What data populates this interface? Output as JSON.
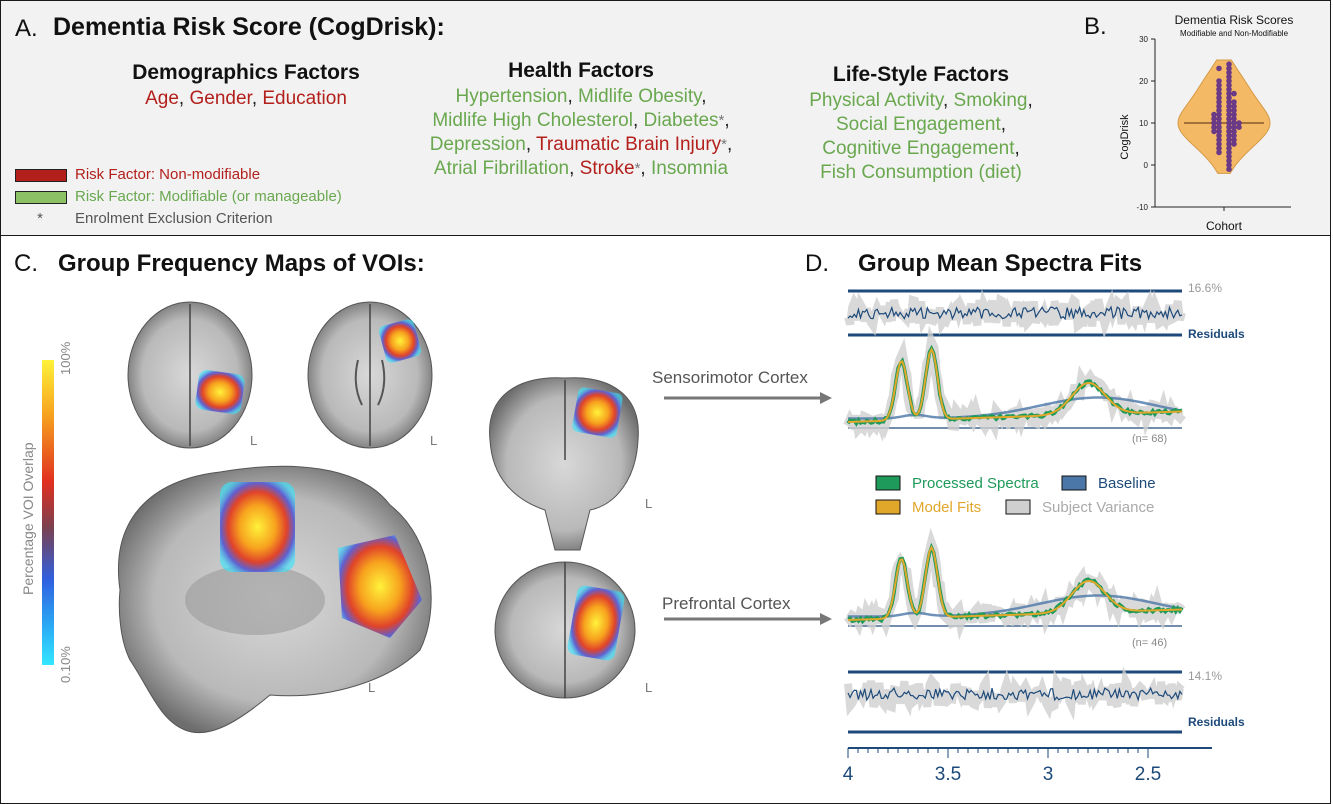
{
  "panel_a": {
    "letter": "A.",
    "title": "Dementia Risk Score (CogDrisk):",
    "demographics": {
      "title": "Demographics Factors",
      "items": [
        "Age",
        "Gender",
        "Education"
      ]
    },
    "health": {
      "title": "Health Factors",
      "line1": [
        "Hypertension",
        "Midlife Obesity"
      ],
      "line2": [
        "Midlife High Cholesterol",
        "Diabetes"
      ],
      "line3": [
        "Depression",
        "Traumatic Brain Injury"
      ],
      "line4": [
        "Atrial Fibrillation",
        "Stroke",
        "Insomnia"
      ]
    },
    "lifestyle": {
      "title": "Life-Style Factors",
      "line1": [
        "Physical Activity",
        "Smoking"
      ],
      "line2": "Social Engagement",
      "line3": "Cognitive Engagement",
      "line4": "Fish Consumption (diet)"
    },
    "comma": ",",
    "star": "*",
    "legend": {
      "non_modifiable": "Risk Factor: Non-modifiable",
      "modifiable": "Risk Factor: Modifiable (or manageable)",
      "exclusion_mark": "*",
      "exclusion": "Enrolment Exclusion Criterion"
    },
    "colors": {
      "non_modifiable": "#b3201c",
      "modifiable": "#6aa84f"
    }
  },
  "panel_b": {
    "letter": "B.",
    "chart_data": {
      "type": "scatter",
      "title": "Dementia Risk Scores",
      "subtitle": "Modifiable and Non-Modifiable",
      "ylabel": "CogDrisk",
      "categories": [
        "Cohort"
      ],
      "ylim": [
        -10,
        30
      ],
      "yticks": [
        "-10",
        "0",
        "10",
        "20",
        "30"
      ],
      "median": 10,
      "values": [
        24,
        23,
        23,
        22,
        21,
        20,
        20,
        19,
        19,
        18,
        18,
        17,
        17,
        17,
        16,
        16,
        15,
        15,
        15,
        14,
        14,
        14,
        13,
        13,
        13,
        12,
        12,
        12,
        12,
        11,
        11,
        11,
        11,
        10,
        10,
        10,
        10,
        10,
        9,
        9,
        9,
        9,
        9,
        8,
        8,
        8,
        8,
        7,
        7,
        7,
        6,
        6,
        6,
        5,
        5,
        5,
        4,
        4,
        3,
        3,
        2,
        1,
        0,
        -1
      ],
      "violin_color": "#f5b04d",
      "point_color": "#6b3a86"
    }
  },
  "panel_c": {
    "letter": "C.",
    "title": "Group Frequency Maps of VOIs:",
    "colorbar": {
      "label": "Percentage VOI Overlap",
      "top": "100%",
      "bottom": "0.10%"
    },
    "orientation_label": "L"
  },
  "panel_d": {
    "letter": "D.",
    "title": "Group Mean Spectra Fits",
    "regions": [
      "Sensorimotor Cortex",
      "Prefrontal Cortex"
    ],
    "residual_top": {
      "percent": "16.6%",
      "label": "Residuals"
    },
    "residual_bottom": {
      "percent": "14.1%",
      "label": "Residuals"
    },
    "n_top": "(n= 68)",
    "n_bottom": "(n= 46)",
    "legend": {
      "processed": "Processed Spectra",
      "baseline": "Baseline",
      "model": "Model Fits",
      "variance": "Subject Variance"
    },
    "x_axis": {
      "ticks": [
        "4",
        "3.5",
        "3",
        "2.5"
      ],
      "values": [
        4,
        3.5,
        3,
        2.5
      ]
    },
    "colors": {
      "processed": "#1e9a5a",
      "baseline": "#4a76a8",
      "model": "#e1a72b",
      "variance": "#cfcfcf",
      "axis": "#1d4a7a"
    }
  }
}
